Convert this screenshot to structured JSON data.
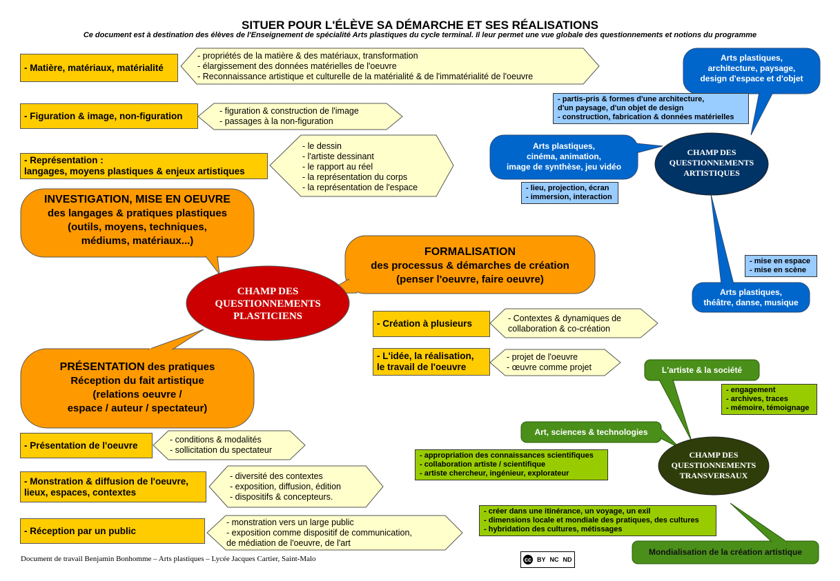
{
  "title": "SITUER POUR L'ÉLÈVE SA DÉMARCHE ET SES RÉALISATIONS",
  "subtitle": "Ce document est à destination des élèves de l'Enseignement de spécialité Arts plastiques du cycle terminal. Il leur permet une vue globale des questionnements et notions du programme",
  "central": {
    "plasticiens": "CHAMP DES QUESTIONNEMENTS PLASTICIENS",
    "artistiques": "CHAMP DES QUESTIONNEMENTS ARTISTIQUES",
    "transversaux": "CHAMP DES QUESTIONNEMENTS TRANSVERSAUX"
  },
  "colors": {
    "red": "#cc0000",
    "navy": "#003366",
    "darkgreen": "#2f3d0a",
    "orange": "#ff9900",
    "yellow": "#ffcc00",
    "cream": "#ffffcc",
    "blue": "#0066cc",
    "lightblue": "#99ccff",
    "green": "#4a8f1a",
    "lime": "#99cc00"
  },
  "investigation": {
    "l1": "INVESTIGATION, MISE EN OEUVRE",
    "l2": "des langages & pratiques plastiques",
    "l3": "(outils, moyens, techniques,",
    "l4": "médiums, matériaux...)"
  },
  "formalisation": {
    "l1": "FORMALISATION",
    "l2": "des processus & démarches de création",
    "l3": "(penser l'oeuvre, faire oeuvre)"
  },
  "presentation_bubble": {
    "l1a": "PRÉSENTATION",
    "l1b": " des pratiques",
    "l2": "Réception du fait artistique",
    "l3": "(relations oeuvre /",
    "l4": "espace / auteur / spectateur)"
  },
  "rows": {
    "matiere": {
      "label": "- Matière, matériaux, matérialité",
      "items": [
        "- propriétés de la matière & des matériaux, transformation",
        "- élargissement des données matérielles de l'oeuvre",
        "- Reconnaissance artistique et culturelle de la matérialité & de l'immatérialité de l'oeuvre"
      ]
    },
    "figuration": {
      "label": "- Figuration & image, non-figuration",
      "items": [
        "- figuration & construction de l'image",
        "- passages à la non-figuration"
      ]
    },
    "representation": {
      "label1": "- Représentation :",
      "label2": "langages, moyens plastiques & enjeux artistiques",
      "items": [
        "- le dessin",
        "- l'artiste dessinant",
        "- le rapport au réel",
        "- la représentation du corps",
        "- la représentation de l'espace"
      ]
    },
    "creation": {
      "label": "- Création à plusieurs",
      "items": [
        "- Contextes & dynamiques de",
        "collaboration & co-création"
      ]
    },
    "idee": {
      "label1": "- L'idée, la réalisation,",
      "label2": "le travail de l'oeuvre",
      "items": [
        "- projet de l'oeuvre",
        "- œuvre comme projet"
      ]
    },
    "presentation": {
      "label": "- Présentation de l'oeuvre",
      "items": [
        "- conditions & modalités",
        "- sollicitation du spectateur"
      ]
    },
    "monstration": {
      "label1": "- Monstration & diffusion de l'oeuvre,",
      "label2": "lieux, espaces, contextes",
      "items": [
        "- diversité des contextes",
        "- exposition, diffusion, édition",
        "- dispositifs & concepteurs."
      ]
    },
    "reception": {
      "label": "- Réception par un public",
      "items": [
        "- monstration vers un large public",
        "- exposition comme dispositif de communication,",
        "de médiation de l'oeuvre, de l'art"
      ]
    }
  },
  "artistic": {
    "archi": {
      "l1": "Arts plastiques,",
      "l2": "architecture, paysage,",
      "l3": "design d'espace et d'objet",
      "items": [
        "- partis-pris & formes d'une architecture,",
        "d'un paysage, d'un objet de design",
        "- construction, fabrication & données matérielles"
      ]
    },
    "cinema": {
      "l1": "Arts plastiques,",
      "l2": "cinéma, animation,",
      "l3": "image de synthèse, jeu vidéo",
      "items": [
        "- lieu, projection, écran",
        "- immersion, interaction"
      ]
    },
    "theatre": {
      "l1": "Arts plastiques,",
      "l2": "théâtre, danse, musique",
      "items": [
        "- mise en espace",
        "- mise en scène"
      ]
    }
  },
  "transversal": {
    "societe": {
      "label": "L'artiste & la société",
      "items": [
        "- engagement",
        "- archives, traces",
        "- mémoire, témoignage"
      ]
    },
    "sciences": {
      "label": "Art, sciences & technologies",
      "items": [
        "- appropriation des connaissances scientifiques",
        "- collaboration artiste / scientifique",
        "- artiste chercheur, ingénieur, explorateur"
      ]
    },
    "mondialisation": {
      "label": "Mondialisation de la création artistique",
      "items": [
        "- créer dans une itinérance, un voyage, un exil",
        "- dimensions locale et mondiale des pratiques, des cultures",
        "- hybridation des cultures, métissages"
      ]
    }
  },
  "footer": "Document de travail Benjamin Bonhomme – Arts plastiques – Lycée Jacques Cartier, Saint-Malo",
  "license": {
    "cc": "cc",
    "by": "BY",
    "nc": "NC",
    "nd": "ND"
  }
}
